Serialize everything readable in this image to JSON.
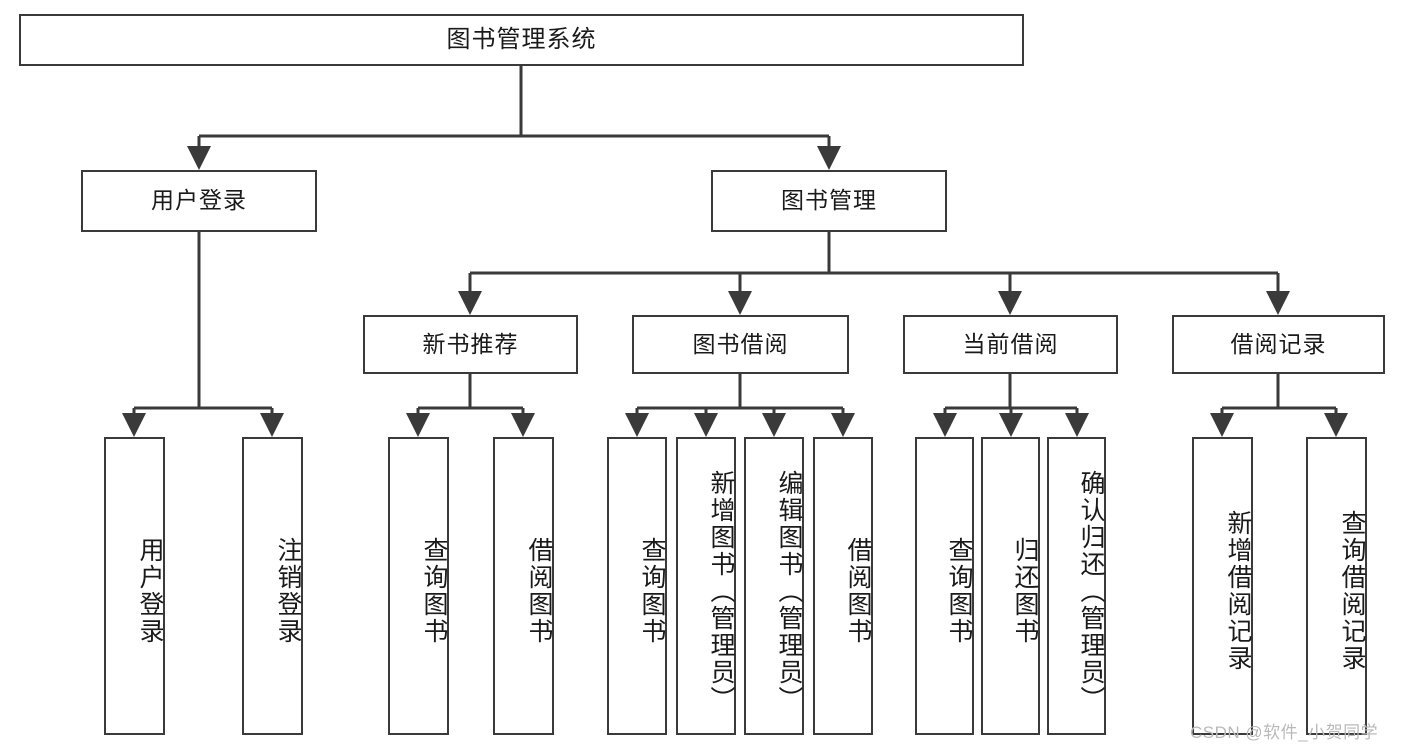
{
  "diagram": {
    "title": "图书管理系统",
    "type": "tree-hierarchy-chart",
    "root": {
      "label": "图书管理系统"
    },
    "level2": [
      {
        "label": "用户登录"
      },
      {
        "label": "图书管理"
      }
    ],
    "level3": [
      {
        "label": "新书推荐"
      },
      {
        "label": "图书借阅"
      },
      {
        "label": "当前借阅"
      },
      {
        "label": "借阅记录"
      }
    ],
    "leaves": {
      "user_login": [
        {
          "label": "用户登录"
        },
        {
          "label": "注销登录"
        }
      ],
      "new_book_recommend": [
        {
          "label": "查询图书"
        },
        {
          "label": "借阅图书"
        }
      ],
      "book_borrow": [
        {
          "label": "查询图书"
        },
        {
          "label": "新增图书（管理员）"
        },
        {
          "label": "编辑图书（管理员）"
        },
        {
          "label": "借阅图书"
        }
      ],
      "current_borrow": [
        {
          "label": "查询图书"
        },
        {
          "label": "归还图书"
        },
        {
          "label": "确认归还（管理员）"
        }
      ],
      "borrow_record": [
        {
          "label": "新增借阅记录"
        },
        {
          "label": "查询借阅记录"
        }
      ]
    }
  },
  "watermark": {
    "text": "CSDN @软件_小贺同学"
  },
  "colors": {
    "border": "#3a3a3a",
    "edge": "#3a3a3a",
    "background": "#ffffff",
    "text": "#1a1a1a",
    "watermark": "#b9b9b9"
  }
}
